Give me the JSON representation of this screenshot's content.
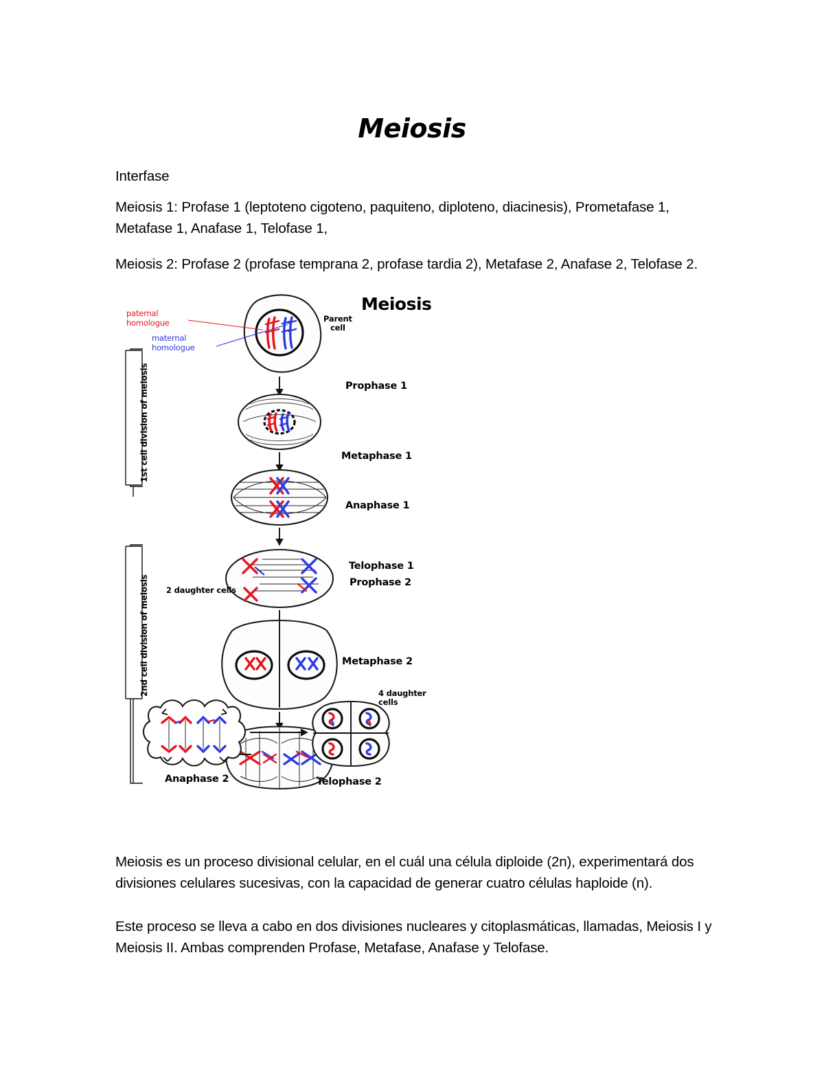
{
  "document": {
    "title": "Meiosis",
    "paragraphs": {
      "interfase": "Interfase",
      "meiosis_1": "Meiosis 1: Profase 1 (leptoteno cigoteno, paquiteno, diploteno, diacinesis), Prometafase 1, Metafase 1, Anafase 1, Telofase 1,",
      "meiosis_2": "Meiosis 2: Profase 2 (profase temprana 2, profase tardia 2), Metafase 2, Anafase 2, Telofase 2.",
      "description_1": "Meiosis es un proceso divisional celular, en el cuál una célula diploide (2n), experimentará dos divisiones celulares sucesivas, con la capacidad de generar cuatro células haploide (n).",
      "description_2": "Este proceso se lleva a cabo en dos divisiones nucleares y citoplasmáticas, llamadas, Meiosis I y Meiosis II. Ambas comprenden Profase, Metafase, Anafase y Telofase."
    }
  },
  "figure": {
    "title": "Meiosis",
    "annotations": {
      "paternal_homologue": "paternal\nhomologue",
      "paternal_homologue_line1": "paternal",
      "paternal_homologue_line2": "homologue",
      "maternal_homologue_line1": "maternal",
      "maternal_homologue_line2": "homologue",
      "parent_cell_line1": "Parent",
      "parent_cell_line2": "cell",
      "two_daughter_cells": "2 daughter cells",
      "four_daughter_cells_line1": "4 daughter",
      "four_daughter_cells_line2": "cells"
    },
    "brackets": [
      {
        "label": "1st cell division of meiosis"
      },
      {
        "label": "2nd cell division of meiosis"
      }
    ],
    "phases": [
      {
        "label": "Prophase 1"
      },
      {
        "label": "Metaphase 1"
      },
      {
        "label": "Anaphase 1"
      },
      {
        "label": "Telophase 1"
      },
      {
        "label": "Prophase 2"
      },
      {
        "label": "Metaphase 2"
      },
      {
        "label": "Anaphase 2"
      },
      {
        "label": "Telophase 2"
      }
    ],
    "colors": {
      "paternal": "#e8131a",
      "maternal": "#2d3ae0",
      "ink": "#111111",
      "page": "#ffffff"
    }
  }
}
